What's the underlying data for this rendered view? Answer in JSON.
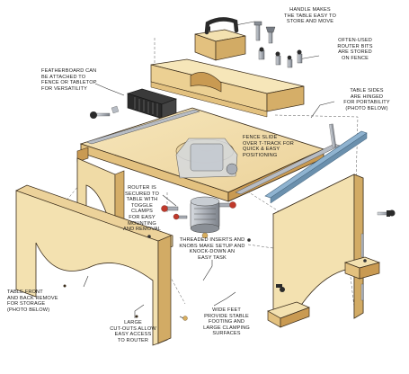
{
  "callouts": {
    "handle": {
      "lines": [
        "HANDLE MAKES",
        "THE TABLE EASY TO",
        "STORE AND MOVE"
      ]
    },
    "bits": {
      "lines": [
        "OFTEN-USED",
        "ROUTER BITS",
        "ARE STORED",
        "ON FENCE"
      ]
    },
    "featherboard": {
      "lines": [
        "FEATHERBOARD CAN",
        "BE ATTACHED TO",
        "FENCE OR TABLETOP",
        "FOR VERSATILITY"
      ]
    },
    "sides": {
      "lines": [
        "TABLE SIDES",
        "ARE HINGED",
        "FOR PORTABILITY",
        "(PHOTO BELOW)"
      ]
    },
    "fence": {
      "lines": [
        "FENCE SLIDE",
        "OVER T-TRACK FOR",
        "QUICK & EASY",
        "POSITIONING"
      ]
    },
    "router": {
      "lines": [
        "ROUTER IS",
        "SECURED TO",
        "TABLE WITH",
        "TOGGLE",
        "CLAMPS",
        "FOR EASY",
        "MOUNTING",
        "AND REMOVAL"
      ]
    },
    "inserts": {
      "lines": [
        "THREADED INSERTS AND",
        "KNOBS MAKE SETUP AND",
        "KNOCK-DOWN AN",
        "EASY TASK"
      ]
    },
    "front": {
      "lines": [
        "TABLE FRONT",
        "AND BACK REMOVE",
        "FOR STORAGE",
        "(PHOTO BELOW)"
      ]
    },
    "cutouts": {
      "lines": [
        "LARGE",
        "CUT-OUTS ALLOW",
        "EASY ACCESS",
        "TO ROUTER"
      ]
    },
    "feet": {
      "lines": [
        "WIDE FEET",
        "PROVIDE STABLE",
        "FOOTING AND",
        "LARGE CLAMPING",
        "SURFACES"
      ]
    }
  },
  "colors": {
    "wood_light": "#f2dfae",
    "wood_mid": "#e3c17f",
    "wood_dark": "#c99a52",
    "metal": "#b7bcc4",
    "metal_dark": "#6d737c",
    "black": "#2a2a2a",
    "outline": "#3a2c1a"
  }
}
